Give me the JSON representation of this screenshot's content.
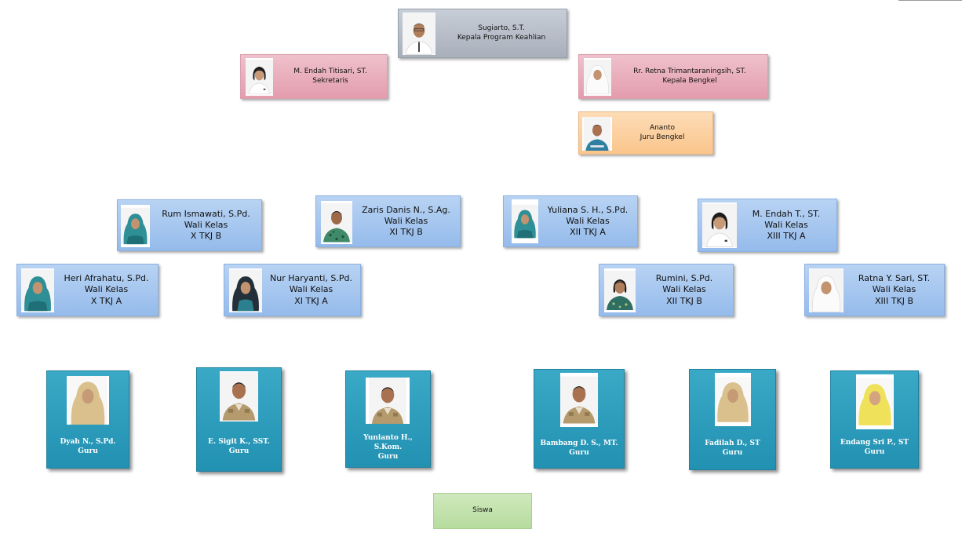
{
  "leadership": {
    "head": {
      "name": "Sugiarto, S.T.",
      "role": "Kepala Program Keahlian",
      "photo_icon": "person-photo-man-white-shirt"
    },
    "secretary": {
      "name": "M. Endah Titisari, ST.",
      "role": "Sekretaris",
      "photo_icon": "person-photo-woman-white-shirt"
    },
    "workshop_head": {
      "name": "Rr. Retna Trimantaraningsih, ST.",
      "role": "Kepala Bengkel",
      "photo_icon": "person-photo-woman-white-hijab"
    },
    "workshop_staff": {
      "name": "Ananto",
      "role": "Juru Bengkel",
      "photo_icon": "person-photo-man-teal-shirt"
    }
  },
  "homeroom": [
    {
      "name": "Rum Ismawati, S.Pd.",
      "role": "Wali Kelas",
      "class": "X TKJ B",
      "photo_icon": "person-photo-woman-teal-hijab"
    },
    {
      "name": "Zaris Danis N., S.Ag.",
      "role": "Wali Kelas",
      "class": "XI TKJ B",
      "photo_icon": "person-photo-man-batik"
    },
    {
      "name": "Yuliana S. H., S.Pd.",
      "role": "Wali Kelas",
      "class": "XII TKJ A",
      "photo_icon": "person-photo-woman-teal-hijab"
    },
    {
      "name": "M. Endah T., ST.",
      "role": "Wali Kelas",
      "class": "XIII TKJ A",
      "photo_icon": "person-photo-woman-white-shirt"
    },
    {
      "name": "Heri Afrahatu, S.Pd.",
      "role": "Wali Kelas",
      "class": "X TKJ A",
      "photo_icon": "person-photo-woman-teal-hijab"
    },
    {
      "name": "Nur Haryanti, S.Pd.",
      "role": "Wali Kelas",
      "class": "XI TKJ A",
      "photo_icon": "person-photo-woman-dark-hijab"
    },
    {
      "name": "Rumini, S.Pd.",
      "role": "Wali Kelas",
      "class": "XII TKJ B",
      "photo_icon": "person-photo-woman-batik"
    },
    {
      "name": "Ratna Y. Sari, ST.",
      "role": "Wali Kelas",
      "class": "XIII TKJ B",
      "photo_icon": "person-photo-woman-white-hijab"
    }
  ],
  "teachers": [
    {
      "name": "Dyah N., S.Pd.",
      "role": "Guru",
      "photo_icon": "person-photo-woman-beige-hijab"
    },
    {
      "name": "E. Sigit K., SST.",
      "role": "Guru",
      "photo_icon": "person-photo-man-khaki-uniform"
    },
    {
      "name_line1": "Yunianto H.,",
      "name_line2": "S.Kom.",
      "role": "Guru",
      "photo_icon": "person-photo-man-khaki-uniform"
    },
    {
      "name": "Bambang D. S., MT.",
      "role": "Guru",
      "photo_icon": "person-photo-man-khaki-uniform"
    },
    {
      "name": "Fadilah D., ST",
      "role": "Guru",
      "photo_icon": "person-photo-woman-beige-hijab"
    },
    {
      "name": "Endang Sri P., ST",
      "role": "Guru",
      "photo_icon": "person-photo-woman-yellow-hijab"
    }
  ],
  "students": {
    "label": "Siswa"
  },
  "colors": {
    "head_box": "#b4bac5",
    "secretary_box": "#e9afbd",
    "workshop_staff_box": "#fbd0a1",
    "homeroom_box": "#a6c7ef",
    "teacher_box": "#2c9ebd",
    "students_box": "#c2e2ad"
  }
}
